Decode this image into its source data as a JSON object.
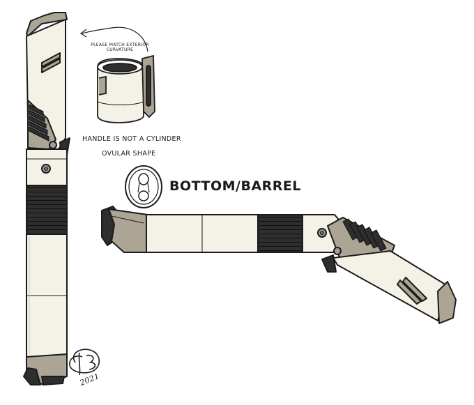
{
  "annotations": {
    "exterior_line1": "PLEASE MATCH EXTERIOR",
    "exterior_line2": "CURVATURE",
    "handle_note": "HANDLE IS NOT A CYLINDER",
    "shape_note": "OVULAR SHAPE",
    "section_label": "BOTTOM/BARREL"
  },
  "signature": {
    "year": "2021"
  },
  "colors": {
    "cream": "#f4f1e6",
    "grey": "#aca596",
    "dark": "#2e2e2e",
    "outline": "#1b1b1b",
    "chrome": "#9f9f9f"
  }
}
